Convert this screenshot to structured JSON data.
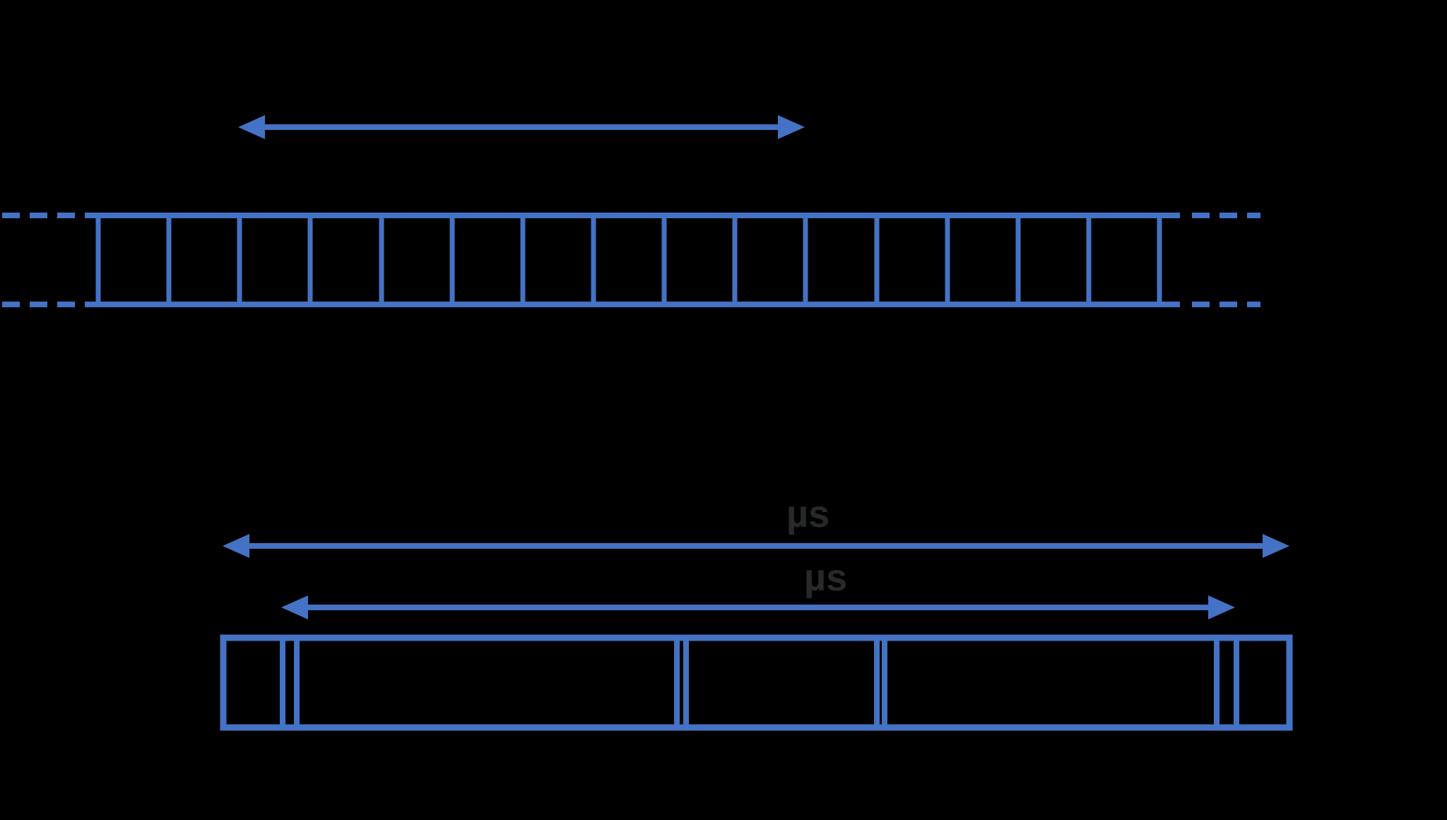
{
  "diagram": {
    "background": "#000000",
    "accent_color": "#4472C4",
    "unit_text_color": "#28292B"
  },
  "labels": {
    "total_duration_unit": "µs",
    "inner_duration_unit": "µs"
  },
  "slot_train": {
    "slot_count": 15,
    "divider_xs": [
      139,
      239,
      339,
      439,
      540,
      640,
      740,
      840,
      940,
      1040,
      1140,
      1241,
      1341,
      1441,
      1541,
      1641
    ]
  },
  "symbol_bar": {
    "segment_count": 9,
    "divider_xs": [
      400,
      420,
      958,
      971,
      1241,
      1252,
      1722,
      1750
    ]
  }
}
